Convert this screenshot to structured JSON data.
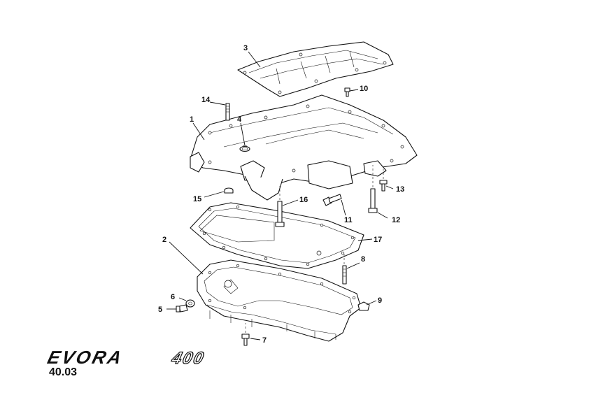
{
  "callouts": [
    {
      "id": "1",
      "label": "1"
    },
    {
      "id": "2",
      "label": "2"
    },
    {
      "id": "3",
      "label": "3"
    },
    {
      "id": "4",
      "label": "4"
    },
    {
      "id": "5",
      "label": "5"
    },
    {
      "id": "6",
      "label": "6"
    },
    {
      "id": "7",
      "label": "7"
    },
    {
      "id": "8",
      "label": "8"
    },
    {
      "id": "9",
      "label": "9"
    },
    {
      "id": "10",
      "label": "10"
    },
    {
      "id": "11",
      "label": "11"
    },
    {
      "id": "12",
      "label": "12"
    },
    {
      "id": "13",
      "label": "13"
    },
    {
      "id": "14",
      "label": "14"
    },
    {
      "id": "15",
      "label": "15"
    },
    {
      "id": "16",
      "label": "16"
    },
    {
      "id": "17",
      "label": "17"
    }
  ],
  "brand": {
    "model": "EVORA",
    "variant": "400"
  },
  "section_number": "40.03"
}
